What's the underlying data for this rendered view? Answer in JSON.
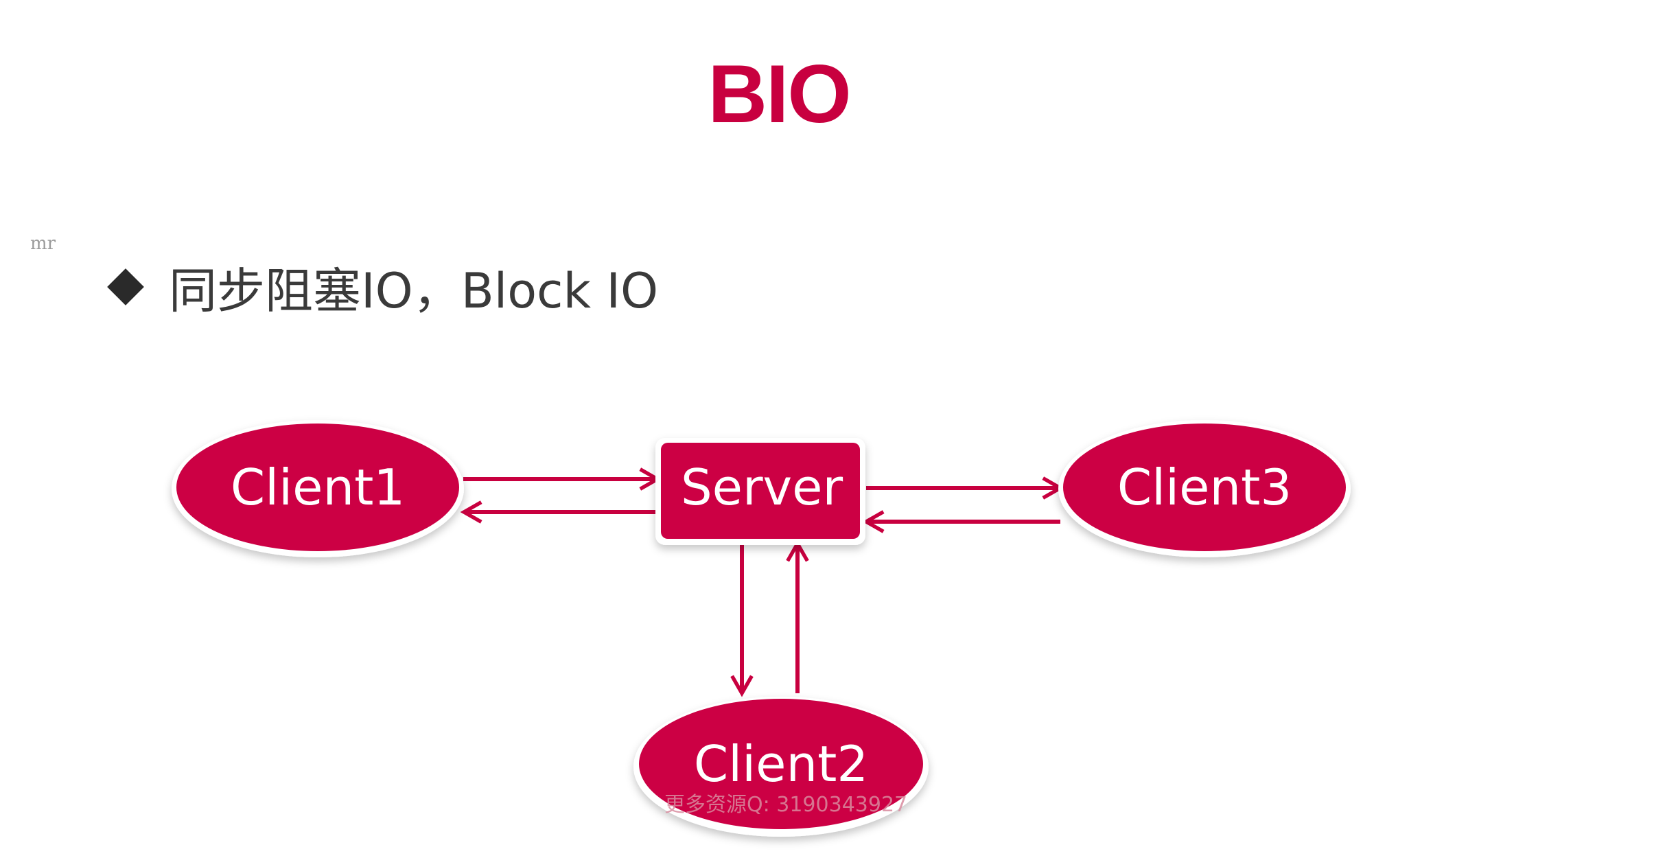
{
  "slide": {
    "title": "BIO",
    "corner_mark": "mr",
    "bullet": "同步阻塞IO，Block IO"
  },
  "diagram": {
    "nodes": {
      "client1": "Client1",
      "server": "Server",
      "client3": "Client3",
      "client2": "Client2"
    },
    "watermark": "更多资源Q: 3190343927"
  },
  "colors": {
    "accent": "#c8003f",
    "node_fill": "#cc0044",
    "text_dark": "#3a3a3a"
  }
}
